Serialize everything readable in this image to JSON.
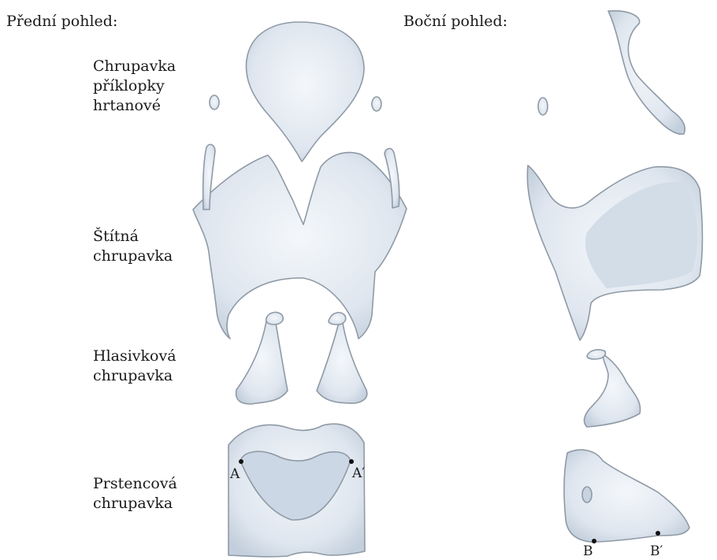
{
  "front_view_title": "Přední pohled:",
  "side_view_title": "Boční pohled:",
  "labels": {
    "epiglottic": "Chrupavka\npříklopky\nhrtanové",
    "thyroid": "Štítná\nchrupavka",
    "arytenoid": "Hlasivková\nchrupavka",
    "cricoid": "Prstencová\nchrupavka"
  },
  "points": {
    "a": "A",
    "a_prime": "A′",
    "b": "B",
    "b_prime": "B′"
  },
  "colors": {
    "cartilage_fill": "#dfe6ef",
    "cartilage_stroke": "#8f9aa6",
    "shade": "#c7d3e0",
    "tint": "#b9dbe8"
  }
}
